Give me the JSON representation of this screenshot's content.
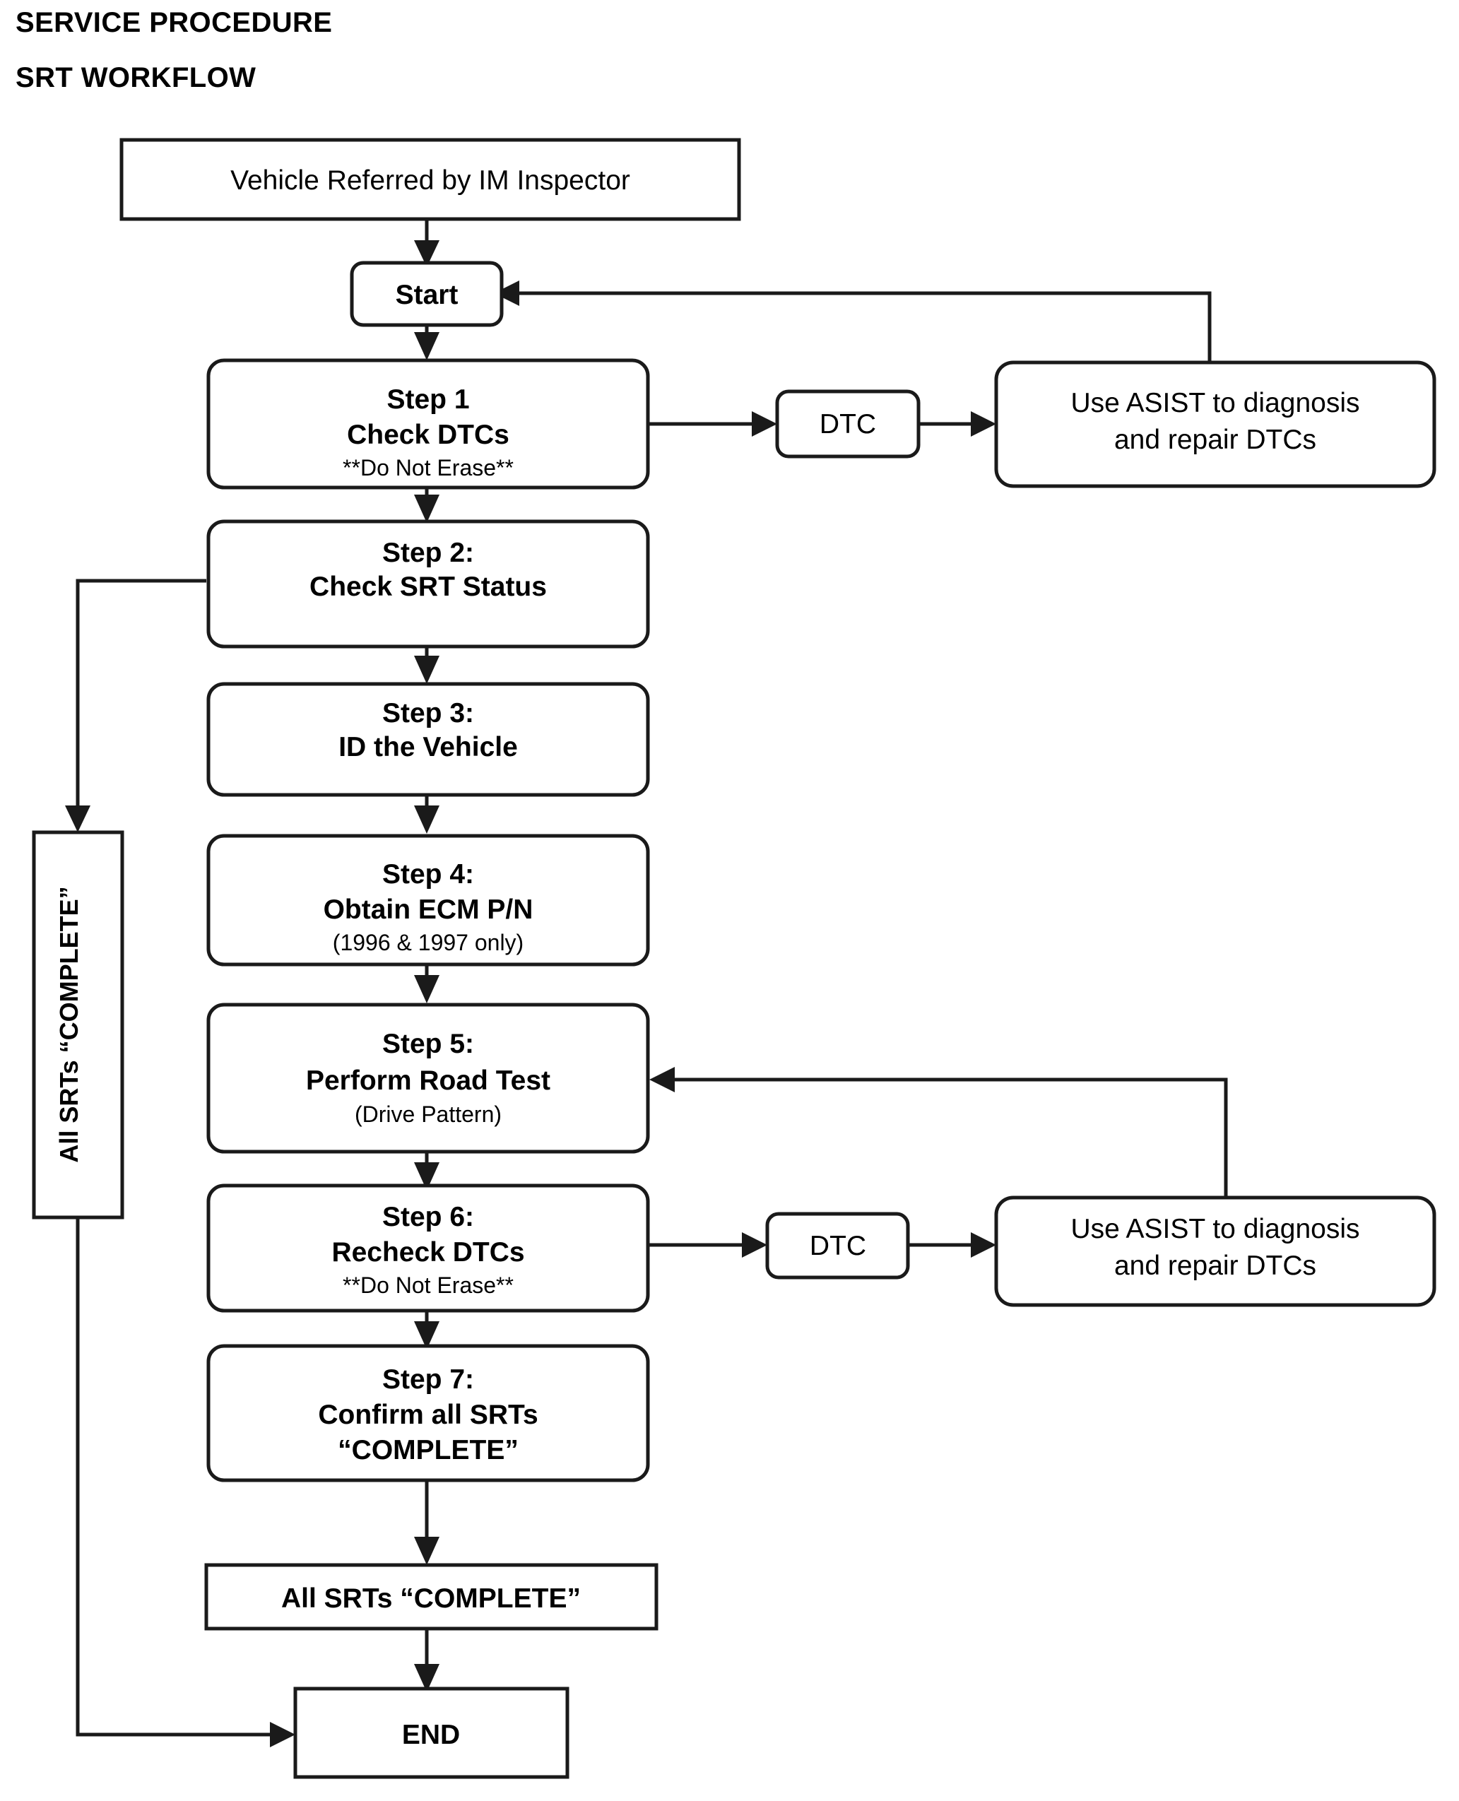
{
  "header": {
    "line1": "SERVICE PROCEDURE",
    "line2": "SRT WORKFLOW"
  },
  "flowchart": {
    "type": "flowchart",
    "orientation": "top-to-bottom",
    "nodes": {
      "referral": {
        "label": "Vehicle Referred by IM Inspector",
        "shape": "rectangle",
        "bold": false
      },
      "start": {
        "label": "Start",
        "shape": "rounded-rectangle",
        "bold": true
      },
      "step1": {
        "line1": "Step 1",
        "line2": "Check DTCs",
        "line3": "**Do Not Erase**",
        "shape": "rounded-rectangle"
      },
      "dtc1": {
        "label": "DTC",
        "shape": "rounded-rectangle",
        "bold": false
      },
      "asist1": {
        "line1": "Use ASIST to diagnosis",
        "line2": "and repair DTCs",
        "shape": "rounded-rectangle"
      },
      "step2": {
        "line1": "Step 2:",
        "line2": "Check SRT Status",
        "shape": "rounded-rectangle"
      },
      "step3": {
        "line1": "Step 3:",
        "line2": "ID the Vehicle",
        "shape": "rounded-rectangle"
      },
      "step4": {
        "line1": "Step 4:",
        "line2": "Obtain ECM P/N",
        "line3": "(1996 & 1997 only)",
        "shape": "rounded-rectangle"
      },
      "step5": {
        "line1": "Step 5:",
        "line2": "Perform Road Test",
        "line3": "(Drive Pattern)",
        "shape": "rounded-rectangle"
      },
      "step6": {
        "line1": "Step 6:",
        "line2": "Recheck DTCs",
        "line3": "**Do Not Erase**",
        "shape": "rounded-rectangle"
      },
      "dtc2": {
        "label": "DTC",
        "shape": "rounded-rectangle",
        "bold": false
      },
      "asist2": {
        "line1": "Use ASIST to diagnosis",
        "line2": "and repair DTCs",
        "shape": "rounded-rectangle"
      },
      "step7": {
        "line1": "Step 7:",
        "line2": "Confirm all SRTs",
        "line3": "“COMPLETE”",
        "shape": "rounded-rectangle"
      },
      "all_srts_complete_vertical": {
        "label": "All SRTs “COMPLETE”",
        "shape": "rectangle",
        "rotation": "vertical-90ccw"
      },
      "all_srts_complete": {
        "label": "All SRTs “COMPLETE”",
        "shape": "rectangle",
        "bold": true
      },
      "end": {
        "label": "END",
        "shape": "rectangle",
        "bold": true
      }
    },
    "edges": [
      {
        "from": "referral",
        "to": "start"
      },
      {
        "from": "start",
        "to": "step1"
      },
      {
        "from": "step1",
        "to": "dtc1"
      },
      {
        "from": "dtc1",
        "to": "asist1"
      },
      {
        "from": "asist1",
        "to": "start",
        "style": "feedback-loop"
      },
      {
        "from": "step1",
        "to": "step2"
      },
      {
        "from": "step2",
        "to": "step3"
      },
      {
        "from": "step2",
        "to": "all_srts_complete_vertical",
        "style": "left-branch"
      },
      {
        "from": "step3",
        "to": "step4"
      },
      {
        "from": "step4",
        "to": "step5"
      },
      {
        "from": "step5",
        "to": "step6"
      },
      {
        "from": "step6",
        "to": "dtc2"
      },
      {
        "from": "dtc2",
        "to": "asist2"
      },
      {
        "from": "asist2",
        "to": "step5",
        "style": "feedback-loop"
      },
      {
        "from": "step6",
        "to": "step7"
      },
      {
        "from": "step7",
        "to": "all_srts_complete"
      },
      {
        "from": "all_srts_complete",
        "to": "end"
      },
      {
        "from": "all_srts_complete_vertical",
        "to": "end",
        "style": "left-branch"
      }
    ]
  },
  "colors": {
    "line": "#1a1a1a",
    "background": "#ffffff",
    "text": "#000000"
  }
}
